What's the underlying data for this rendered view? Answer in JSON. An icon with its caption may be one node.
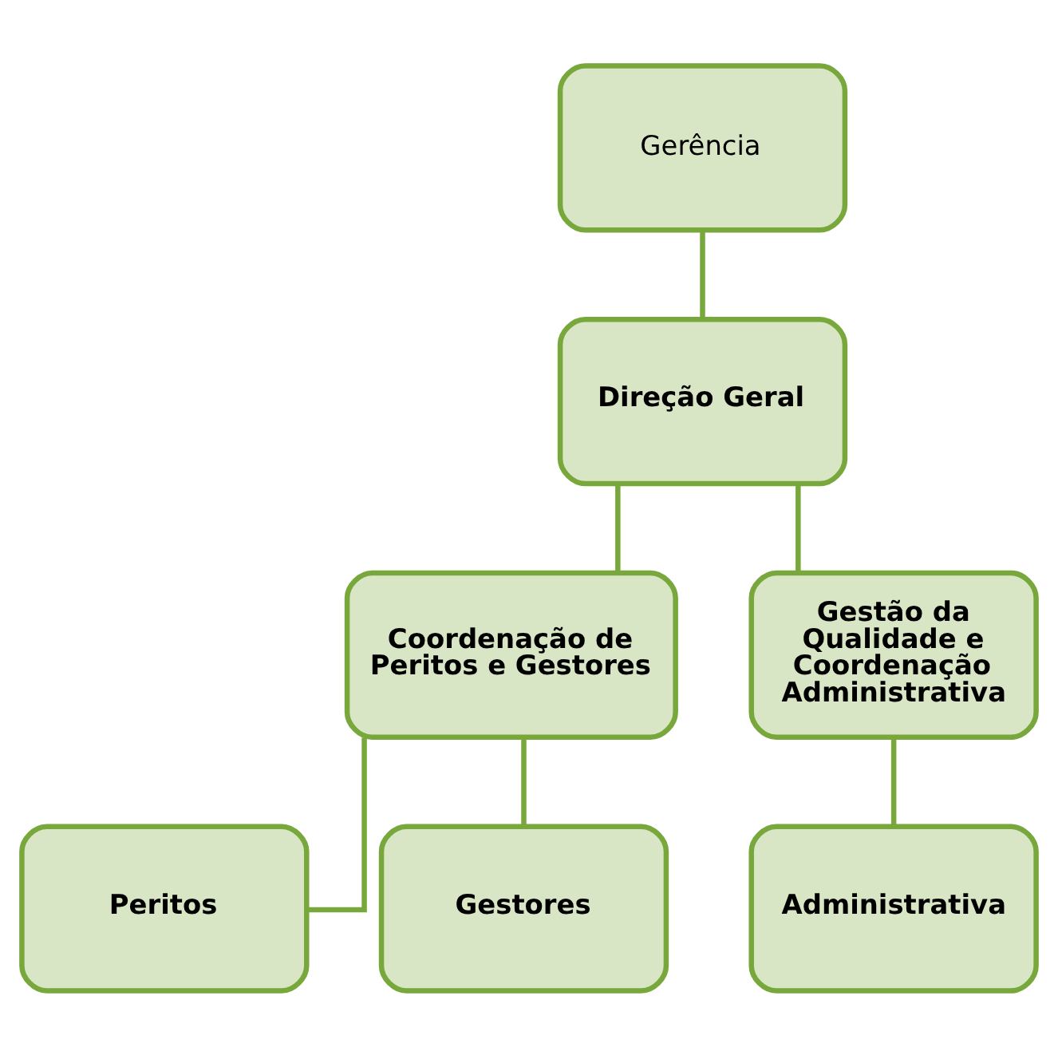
{
  "diagram": {
    "nodes": [
      {
        "text": [
          "Gerência"
        ]
      },
      {
        "text": [
          "Direção Geral"
        ]
      },
      {
        "text": [
          "Coordenação de Peritos e Gestores"
        ]
      },
      {
        "text": [
          "Gestão da Qualidade e Coordenação Administrativa"
        ]
      },
      {
        "text": [
          "Peritos"
        ]
      },
      {
        "text": [
          "Gestores"
        ]
      },
      {
        "text": [
          "Administrativa"
        ]
      }
    ],
    "edges": [
      {
        "from": 0,
        "to": 1,
        "arrow": "none"
      },
      {
        "from": 1,
        "to": 2,
        "arrow": "none"
      },
      {
        "from": 1,
        "to": 3,
        "arrow": "none"
      },
      {
        "from": 2,
        "to": 4,
        "arrow": "none"
      },
      {
        "from": 2,
        "to": 5,
        "arrow": "none"
      },
      {
        "from": 3,
        "to": 6,
        "arrow": "none"
      }
    ]
  }
}
